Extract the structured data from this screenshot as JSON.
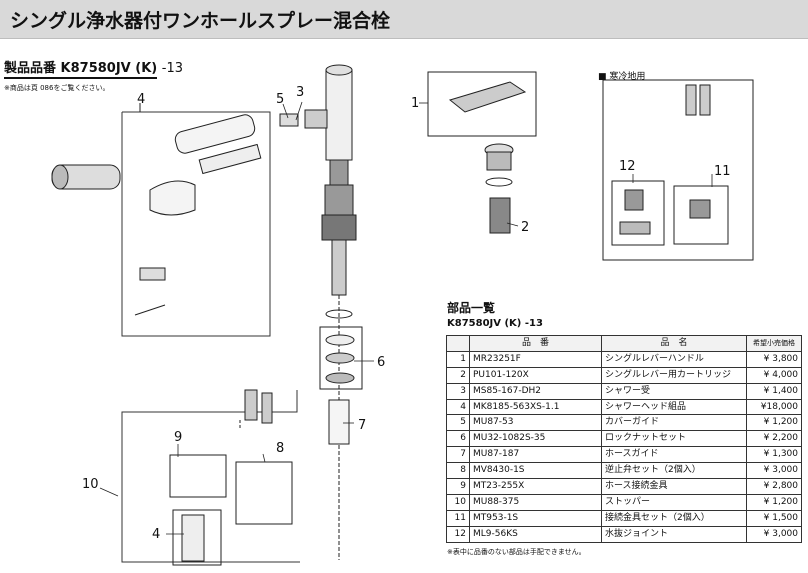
{
  "header": {
    "title": "シングル浄水器付ワンホールスプレー混合栓"
  },
  "product": {
    "label": "製品品番",
    "code": "K87580JV (K)",
    "suffix": "-13",
    "note": "※商品は頁 086をご覧ください。"
  },
  "cold_region": {
    "label": "■ 寒冷地用"
  },
  "callouts": [
    "1",
    "2",
    "3",
    "4",
    "5",
    "6",
    "7",
    "8",
    "9",
    "10",
    "11",
    "12",
    "4"
  ],
  "parts_list": {
    "title": "部品一覧",
    "model": "K87580JV (K) -13",
    "headers": [
      "",
      "品　番",
      "品　名",
      "希望小売価格"
    ],
    "rows": [
      {
        "no": "1",
        "code": "MR23251F",
        "name": "シングルレバーハンドル",
        "price": "¥ 3,800"
      },
      {
        "no": "2",
        "code": "PU101-120X",
        "name": "シングルレバー用カートリッジ",
        "price": "¥ 4,000"
      },
      {
        "no": "3",
        "code": "MS85-167-DH2",
        "name": "シャワー受",
        "price": "¥ 1,400"
      },
      {
        "no": "4",
        "code": "MK8185-563XS-1.1",
        "name": "シャワーヘッド組品",
        "price": "¥18,000"
      },
      {
        "no": "5",
        "code": "MU87-53",
        "name": "カバーガイド",
        "price": "¥ 1,200"
      },
      {
        "no": "6",
        "code": "MU32-1082S-35",
        "name": "ロックナットセット",
        "price": "¥ 2,200"
      },
      {
        "no": "7",
        "code": "MU87-187",
        "name": "ホースガイド",
        "price": "¥ 1,300"
      },
      {
        "no": "8",
        "code": "MV8430-1S",
        "name": "逆止弁セット（2個入）",
        "price": "¥ 3,000"
      },
      {
        "no": "9",
        "code": "MT23-255X",
        "name": "ホース接続金具",
        "price": "¥ 2,800"
      },
      {
        "no": "10",
        "code": "MU88-375",
        "name": "ストッパー",
        "price": "¥ 1,200"
      },
      {
        "no": "11",
        "code": "MT953-1S",
        "name": "接続金具セット（2個入）",
        "price": "¥ 1,500"
      },
      {
        "no": "12",
        "code": "ML9-56KS",
        "name": "水抜ジョイント",
        "price": "¥ 3,000"
      }
    ],
    "footnote": "※表中に品番のない部品は手配できません。"
  }
}
